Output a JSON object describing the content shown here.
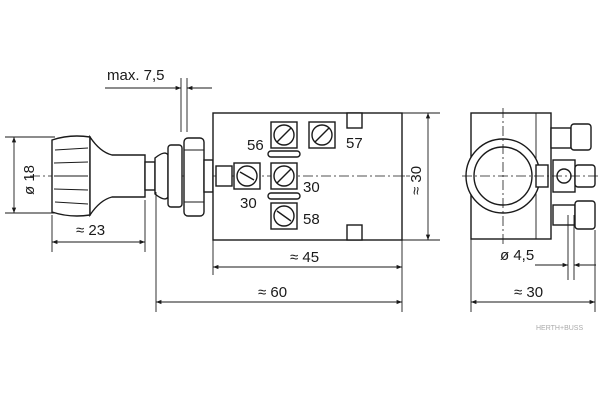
{
  "dimensions": {
    "max_gap": "max. 7,5",
    "knob_diameter": "ø 18",
    "knob_length": "≈ 23",
    "body_height": "≈ 30",
    "body_length": "≈ 45",
    "overall_length": "≈ 60",
    "hole_diameter": "ø 4,5",
    "body_width": "≈ 30"
  },
  "terminals": {
    "t56": "56",
    "t57": "57",
    "t30_left": "30",
    "t30_center": "30",
    "t58": "58"
  },
  "watermark": "HERTH+BUSS"
}
